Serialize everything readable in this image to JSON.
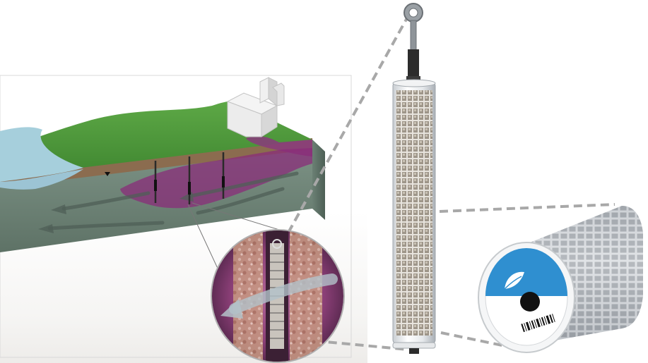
{
  "figure": {
    "panels": [
      "site-cross-section",
      "well-closeup",
      "sampler-device",
      "cartridge-end-view"
    ],
    "colors": {
      "grass": "#4f9a3a",
      "water": "#9cc6d6",
      "soil": "#8a6a4e",
      "aquifer": "#6f8579",
      "plume": "#8a2c7a",
      "mesh": "#d9dde2",
      "cap_blue": "#2f8fd0",
      "dashed_callout": "#a8a8a8"
    },
    "icons": [
      "building-icon",
      "water-table-icon",
      "flow-arrow-icon",
      "leaf-logo-icon",
      "barcode-icon",
      "eyelet-icon"
    ]
  }
}
